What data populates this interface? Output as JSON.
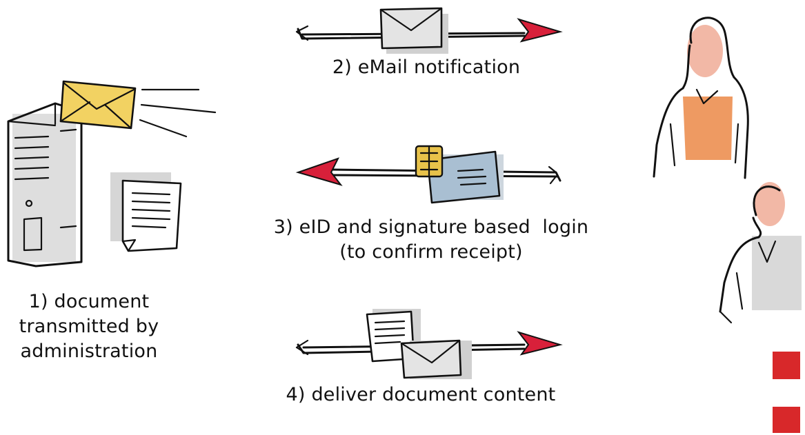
{
  "steps": [
    {
      "label_lines": [
        "1) document",
        "transmitted by",
        "administration"
      ]
    },
    {
      "label_lines": [
        "2) eMail notification"
      ]
    },
    {
      "label_lines": [
        "3) eID and signature based  login",
        "(to confirm receipt)"
      ]
    },
    {
      "label_lines": [
        "4) deliver document content"
      ]
    }
  ],
  "colors": {
    "arrow_head": "#d8203a",
    "envelope_yellow": "#f2d262",
    "envelope_grey": "#e4e4e4",
    "card_blue": "#a9bfd2",
    "chip_gold": "#e8c24a",
    "person_skin": "#f2b8a6",
    "person_shirt": "#ee9a62",
    "accent_square": "#d8282a",
    "shadow_grey": "#d6d6d6"
  },
  "icons": [
    "server-icon",
    "mail-icon",
    "document-icon",
    "id-card-icon",
    "person-icon"
  ]
}
